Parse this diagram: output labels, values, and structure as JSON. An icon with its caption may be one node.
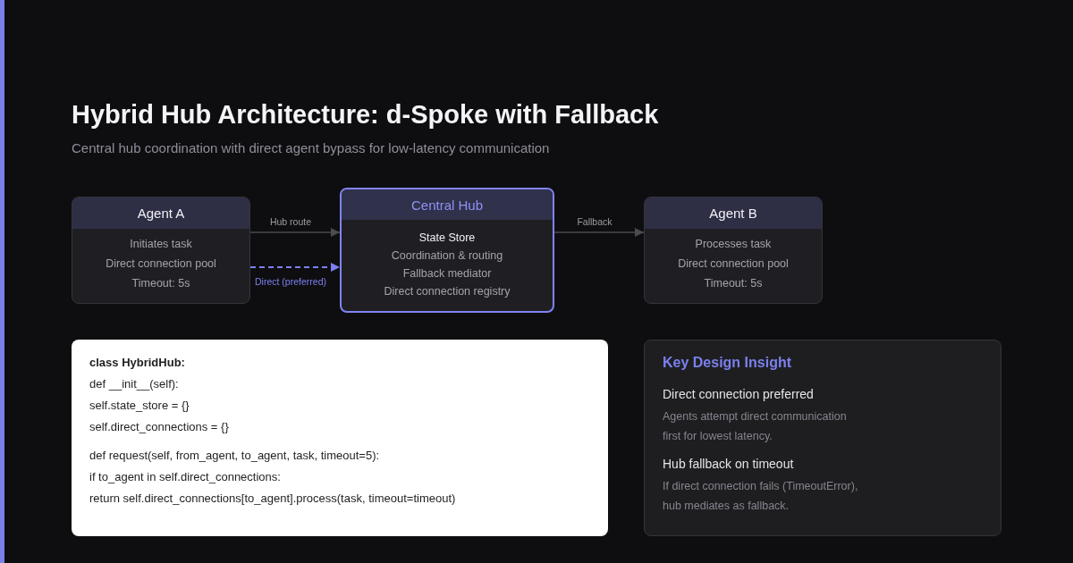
{
  "diagram": {
    "title": "Hybrid Hub Architecture: d-Spoke with Fallback",
    "nodes": [
      {
        "text": [
          "Agent A",
          "Initiates task",
          "Direct connection pool",
          "Timeout: 5s"
        ]
      },
      {
        "text": [
          "Central Hub",
          "State Store",
          "Coordination & routing",
          "Fallback mediator",
          "Direct connection registry"
        ]
      },
      {
        "text": [
          "Agent B",
          "Processes task",
          "Direct connection pool",
          "Timeout: 5s"
        ]
      },
      {
        "text": [
          "class HybridHub:",
          "def __init__(self):",
          "self.state_store = {}",
          "self.direct_connections = {}",
          "def request(self, from_agent, to_agent, task, timeout=5):",
          "if to_agent in self.direct_connections:",
          "return self.direct_connections[to_agent].process(task, timeout=timeout)"
        ]
      },
      {
        "text": [
          "Key Design Insight",
          "Direct connection preferred",
          "Agents attempt direct communication first for lowest latency.",
          "Hub fallback on timeout",
          "If direct connection fails (TimeoutError), hub mediates as fallback."
        ]
      }
    ],
    "edges": [
      {
        "from": 0,
        "to": 1,
        "arrow": "to",
        "label": "Hub route"
      },
      {
        "from": 0,
        "to": 1,
        "arrow": "to",
        "label": "Direct (preferred)",
        "style": "dashed",
        "color": "#7c80f2"
      },
      {
        "from": 1,
        "to": 2,
        "arrow": "to",
        "label": "Fallback"
      }
    ],
    "labels": [
      "Central hub coordination with direct agent bypass for low-latency communication"
    ]
  }
}
